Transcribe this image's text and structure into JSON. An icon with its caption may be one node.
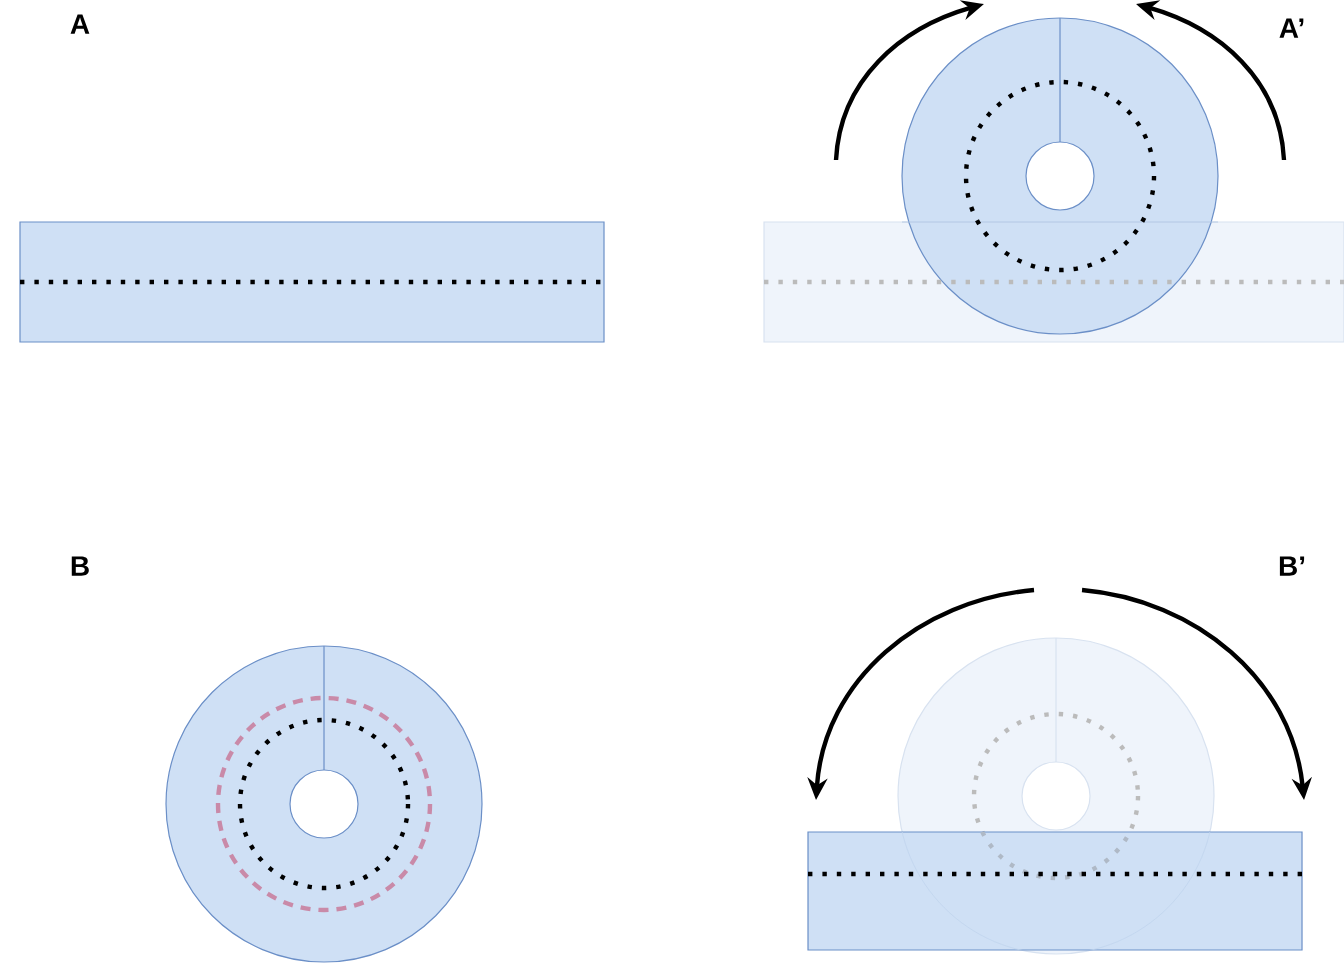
{
  "diagram": {
    "labels": [
      "A",
      "A’",
      "B",
      "B’"
    ]
  }
}
